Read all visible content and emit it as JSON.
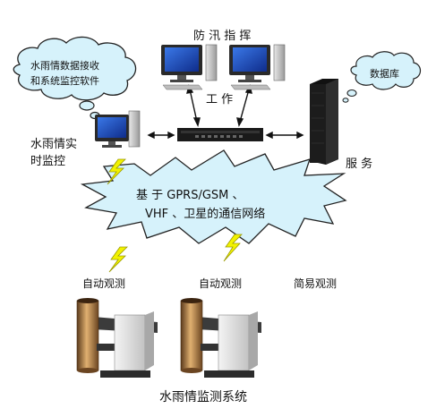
{
  "top_label": "防 汛 指 挥",
  "work_label": "工 作",
  "bubble_left_line1": "水雨情数据接收",
  "bubble_left_line2": "和系统监控软件",
  "bubble_db": "数据库",
  "monitor_label_line1": "水雨情实",
  "monitor_label_line2": "时监控",
  "service_label": "服 务",
  "network_line1": "基 于  GPRS/GSM 、",
  "network_line2": "VHF  、卫星的通信网络",
  "station1_label": "自动观测",
  "station2_label": "自动观测",
  "station3_label": "简易观测",
  "system_title": "水雨情监测系统",
  "colors": {
    "cloud_fill": "#d6f2fb",
    "cloud_stroke": "#222222",
    "lightning": "#f2f200",
    "monitor_screen": "#1f4fbf",
    "server": "#1b1b1b"
  }
}
